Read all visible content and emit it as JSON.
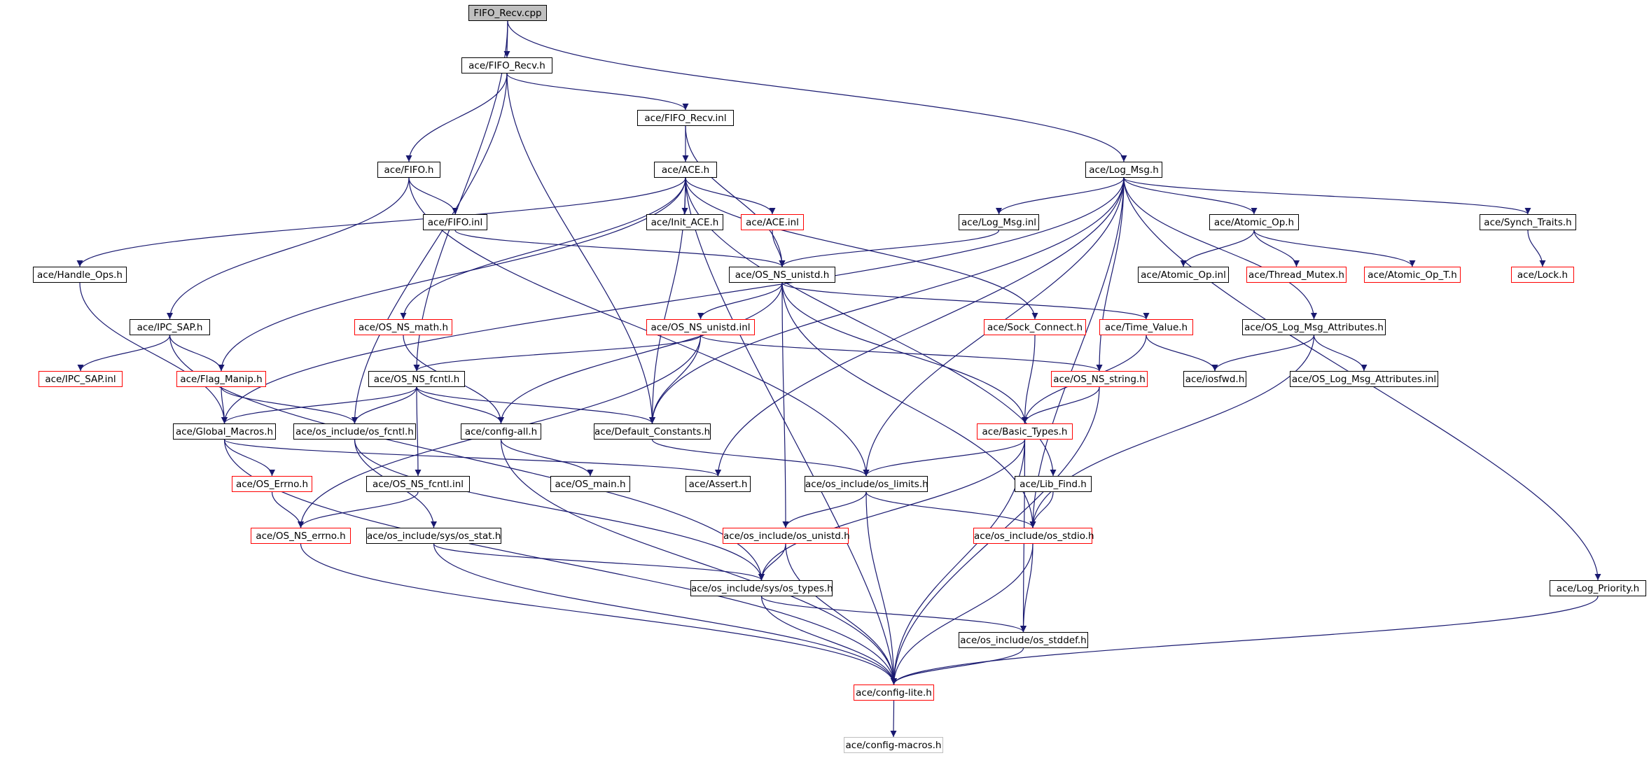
{
  "colors": {
    "edge": "#191970",
    "border_default": "#000000",
    "border_incomplete": "#ff0000",
    "border_undocumented": "#bfbfbf",
    "root_fill": "#bfbfbf"
  },
  "nodes": {
    "fifo_recv_cpp": {
      "label": "FIFO_Recv.cpp"
    },
    "fifo_recv_h": {
      "label": "ace/FIFO_Recv.h"
    },
    "fifo_recv_inl": {
      "label": "ace/FIFO_Recv.inl"
    },
    "fifo_h": {
      "label": "ace/FIFO.h"
    },
    "ace_h": {
      "label": "ace/ACE.h"
    },
    "log_msg_h": {
      "label": "ace/Log_Msg.h"
    },
    "fifo_inl": {
      "label": "ace/FIFO.inl"
    },
    "init_ace_h": {
      "label": "ace/Init_ACE.h"
    },
    "ace_inl": {
      "label": "ace/ACE.inl"
    },
    "log_msg_inl": {
      "label": "ace/Log_Msg.inl"
    },
    "atomic_op_h": {
      "label": "ace/Atomic_Op.h"
    },
    "synch_traits_h": {
      "label": "ace/Synch_Traits.h"
    },
    "handle_ops_h": {
      "label": "ace/Handle_Ops.h"
    },
    "os_ns_unistd_h": {
      "label": "ace/OS_NS_unistd.h"
    },
    "atomic_op_inl": {
      "label": "ace/Atomic_Op.inl"
    },
    "thread_mutex_h": {
      "label": "ace/Thread_Mutex.h"
    },
    "atomic_op_t_h": {
      "label": "ace/Atomic_Op_T.h"
    },
    "lock_h": {
      "label": "ace/Lock.h"
    },
    "ipc_sap_h": {
      "label": "ace/IPC_SAP.h"
    },
    "os_ns_math_h": {
      "label": "ace/OS_NS_math.h"
    },
    "os_ns_unistd_inl": {
      "label": "ace/OS_NS_unistd.inl"
    },
    "sock_connect_h": {
      "label": "ace/Sock_Connect.h"
    },
    "time_value_h": {
      "label": "ace/Time_Value.h"
    },
    "os_log_msg_attr_h": {
      "label": "ace/OS_Log_Msg_Attributes.h"
    },
    "ipc_sap_inl": {
      "label": "ace/IPC_SAP.inl"
    },
    "flag_manip_h": {
      "label": "ace/Flag_Manip.h"
    },
    "os_ns_fcntl_h": {
      "label": "ace/OS_NS_fcntl.h"
    },
    "os_ns_string_h": {
      "label": "ace/OS_NS_string.h"
    },
    "iosfwd_h": {
      "label": "ace/iosfwd.h"
    },
    "os_log_msg_attr_inl": {
      "label": "ace/OS_Log_Msg_Attributes.inl"
    },
    "global_macros_h": {
      "label": "ace/Global_Macros.h"
    },
    "os_include_os_fcntl_h": {
      "label": "ace/os_include/os_fcntl.h"
    },
    "config_all_h": {
      "label": "ace/config-all.h"
    },
    "default_constants_h": {
      "label": "ace/Default_Constants.h"
    },
    "basic_types_h": {
      "label": "ace/Basic_Types.h"
    },
    "os_errno_h": {
      "label": "ace/OS_Errno.h"
    },
    "os_ns_fcntl_inl": {
      "label": "ace/OS_NS_fcntl.inl"
    },
    "os_main_h": {
      "label": "ace/OS_main.h"
    },
    "assert_h": {
      "label": "ace/Assert.h"
    },
    "os_limits_h": {
      "label": "ace/os_include/os_limits.h"
    },
    "lib_find_h": {
      "label": "ace/Lib_Find.h"
    },
    "os_ns_errno_h": {
      "label": "ace/OS_NS_errno.h"
    },
    "os_sys_stat_h": {
      "label": "ace/os_include/sys/os_stat.h"
    },
    "os_unistd_h": {
      "label": "ace/os_include/os_unistd.h"
    },
    "os_stdio_h": {
      "label": "ace/os_include/os_stdio.h"
    },
    "os_sys_types_h": {
      "label": "ace/os_include/sys/os_types.h"
    },
    "log_priority_h": {
      "label": "ace/Log_Priority.h"
    },
    "os_stddef_h": {
      "label": "ace/os_include/os_stddef.h"
    },
    "config_lite_h": {
      "label": "ace/config-lite.h"
    },
    "config_macros_h": {
      "label": "ace/config-macros.h"
    }
  },
  "edges": [
    [
      "fifo_recv_cpp",
      "fifo_recv_h"
    ],
    [
      "fifo_recv_cpp",
      "log_msg_h"
    ],
    [
      "fifo_recv_cpp",
      "os_ns_fcntl_h"
    ],
    [
      "fifo_recv_h",
      "fifo_h"
    ],
    [
      "fifo_recv_h",
      "fifo_recv_inl"
    ],
    [
      "fifo_recv_h",
      "default_constants_h"
    ],
    [
      "fifo_recv_h",
      "os_include_os_fcntl_h"
    ],
    [
      "fifo_recv_inl",
      "ace_h"
    ],
    [
      "fifo_recv_inl",
      "os_ns_unistd_h"
    ],
    [
      "fifo_h",
      "fifo_inl"
    ],
    [
      "fifo_h",
      "ipc_sap_h"
    ],
    [
      "fifo_h",
      "os_limits_h"
    ],
    [
      "fifo_inl",
      "os_ns_unistd_h"
    ],
    [
      "ace_h",
      "init_ace_h"
    ],
    [
      "ace_h",
      "ace_inl"
    ],
    [
      "ace_h",
      "handle_ops_h"
    ],
    [
      "ace_h",
      "os_ns_math_h"
    ],
    [
      "ace_h",
      "flag_manip_h"
    ],
    [
      "ace_h",
      "sock_connect_h"
    ],
    [
      "ace_h",
      "lib_find_h"
    ],
    [
      "ace_h",
      "default_constants_h"
    ],
    [
      "ace_h",
      "config_lite_h"
    ],
    [
      "ace_inl",
      "os_ns_unistd_h"
    ],
    [
      "log_msg_h",
      "log_msg_inl"
    ],
    [
      "log_msg_h",
      "atomic_op_h"
    ],
    [
      "log_msg_h",
      "synch_traits_h"
    ],
    [
      "log_msg_h",
      "os_log_msg_attr_h"
    ],
    [
      "log_msg_h",
      "log_priority_h"
    ],
    [
      "log_msg_h",
      "global_macros_h"
    ],
    [
      "log_msg_h",
      "default_constants_h"
    ],
    [
      "log_msg_h",
      "os_limits_h"
    ],
    [
      "log_msg_h",
      "os_ns_string_h"
    ],
    [
      "log_msg_h",
      "os_stdio_h"
    ],
    [
      "log_msg_h",
      "assert_h"
    ],
    [
      "log_msg_inl",
      "os_ns_unistd_h"
    ],
    [
      "atomic_op_h",
      "atomic_op_inl"
    ],
    [
      "atomic_op_h",
      "thread_mutex_h"
    ],
    [
      "atomic_op_h",
      "atomic_op_t_h"
    ],
    [
      "synch_traits_h",
      "lock_h"
    ],
    [
      "handle_ops_h",
      "global_macros_h"
    ],
    [
      "os_ns_unistd_h",
      "os_ns_unistd_inl"
    ],
    [
      "os_ns_unistd_h",
      "time_value_h"
    ],
    [
      "os_ns_unistd_h",
      "config_all_h"
    ],
    [
      "os_ns_unistd_h",
      "basic_types_h"
    ],
    [
      "os_ns_unistd_h",
      "os_unistd_h"
    ],
    [
      "os_ns_unistd_h",
      "os_stdio_h"
    ],
    [
      "ipc_sap_h",
      "ipc_sap_inl"
    ],
    [
      "ipc_sap_h",
      "flag_manip_h"
    ],
    [
      "ipc_sap_h",
      "os_sys_types_h"
    ],
    [
      "os_ns_math_h",
      "config_all_h"
    ],
    [
      "os_ns_unistd_inl",
      "os_ns_fcntl_h"
    ],
    [
      "os_ns_unistd_inl",
      "os_ns_string_h"
    ],
    [
      "os_ns_unistd_inl",
      "default_constants_h"
    ],
    [
      "os_ns_unistd_inl",
      "os_ns_errno_h"
    ],
    [
      "sock_connect_h",
      "basic_types_h"
    ],
    [
      "time_value_h",
      "basic_types_h"
    ],
    [
      "time_value_h",
      "iosfwd_h"
    ],
    [
      "os_log_msg_attr_h",
      "os_log_msg_attr_inl"
    ],
    [
      "os_log_msg_attr_h",
      "iosfwd_h"
    ],
    [
      "os_log_msg_attr_h",
      "os_stdio_h"
    ],
    [
      "flag_manip_h",
      "global_macros_h"
    ],
    [
      "flag_manip_h",
      "os_include_os_fcntl_h"
    ],
    [
      "os_ns_fcntl_h",
      "global_macros_h"
    ],
    [
      "os_ns_fcntl_h",
      "os_include_os_fcntl_h"
    ],
    [
      "os_ns_fcntl_h",
      "config_all_h"
    ],
    [
      "os_ns_fcntl_h",
      "default_constants_h"
    ],
    [
      "os_ns_fcntl_h",
      "os_ns_fcntl_inl"
    ],
    [
      "os_ns_string_h",
      "basic_types_h"
    ],
    [
      "os_ns_string_h",
      "config_lite_h"
    ],
    [
      "global_macros_h",
      "os_errno_h"
    ],
    [
      "global_macros_h",
      "assert_h"
    ],
    [
      "global_macros_h",
      "config_lite_h"
    ],
    [
      "os_include_os_fcntl_h",
      "os_sys_stat_h"
    ],
    [
      "os_include_os_fcntl_h",
      "os_sys_types_h"
    ],
    [
      "config_all_h",
      "os_main_h"
    ],
    [
      "config_all_h",
      "config_lite_h"
    ],
    [
      "default_constants_h",
      "os_limits_h"
    ],
    [
      "basic_types_h",
      "os_limits_h"
    ],
    [
      "basic_types_h",
      "os_sys_types_h"
    ],
    [
      "basic_types_h",
      "os_stddef_h"
    ],
    [
      "basic_types_h",
      "config_lite_h"
    ],
    [
      "os_errno_h",
      "os_ns_errno_h"
    ],
    [
      "os_ns_fcntl_inl",
      "os_ns_errno_h"
    ],
    [
      "os_limits_h",
      "os_unistd_h"
    ],
    [
      "os_limits_h",
      "os_stdio_h"
    ],
    [
      "os_limits_h",
      "config_lite_h"
    ],
    [
      "lib_find_h",
      "os_stdio_h"
    ],
    [
      "os_ns_errno_h",
      "config_lite_h"
    ],
    [
      "os_sys_stat_h",
      "os_sys_types_h"
    ],
    [
      "os_sys_stat_h",
      "config_lite_h"
    ],
    [
      "os_unistd_h",
      "os_sys_types_h"
    ],
    [
      "os_unistd_h",
      "config_lite_h"
    ],
    [
      "os_stdio_h",
      "os_stddef_h"
    ],
    [
      "os_stdio_h",
      "config_lite_h"
    ],
    [
      "os_sys_types_h",
      "os_stddef_h"
    ],
    [
      "os_sys_types_h",
      "config_lite_h"
    ],
    [
      "log_priority_h",
      "config_lite_h"
    ],
    [
      "os_stddef_h",
      "config_lite_h"
    ],
    [
      "config_lite_h",
      "config_macros_h"
    ]
  ]
}
